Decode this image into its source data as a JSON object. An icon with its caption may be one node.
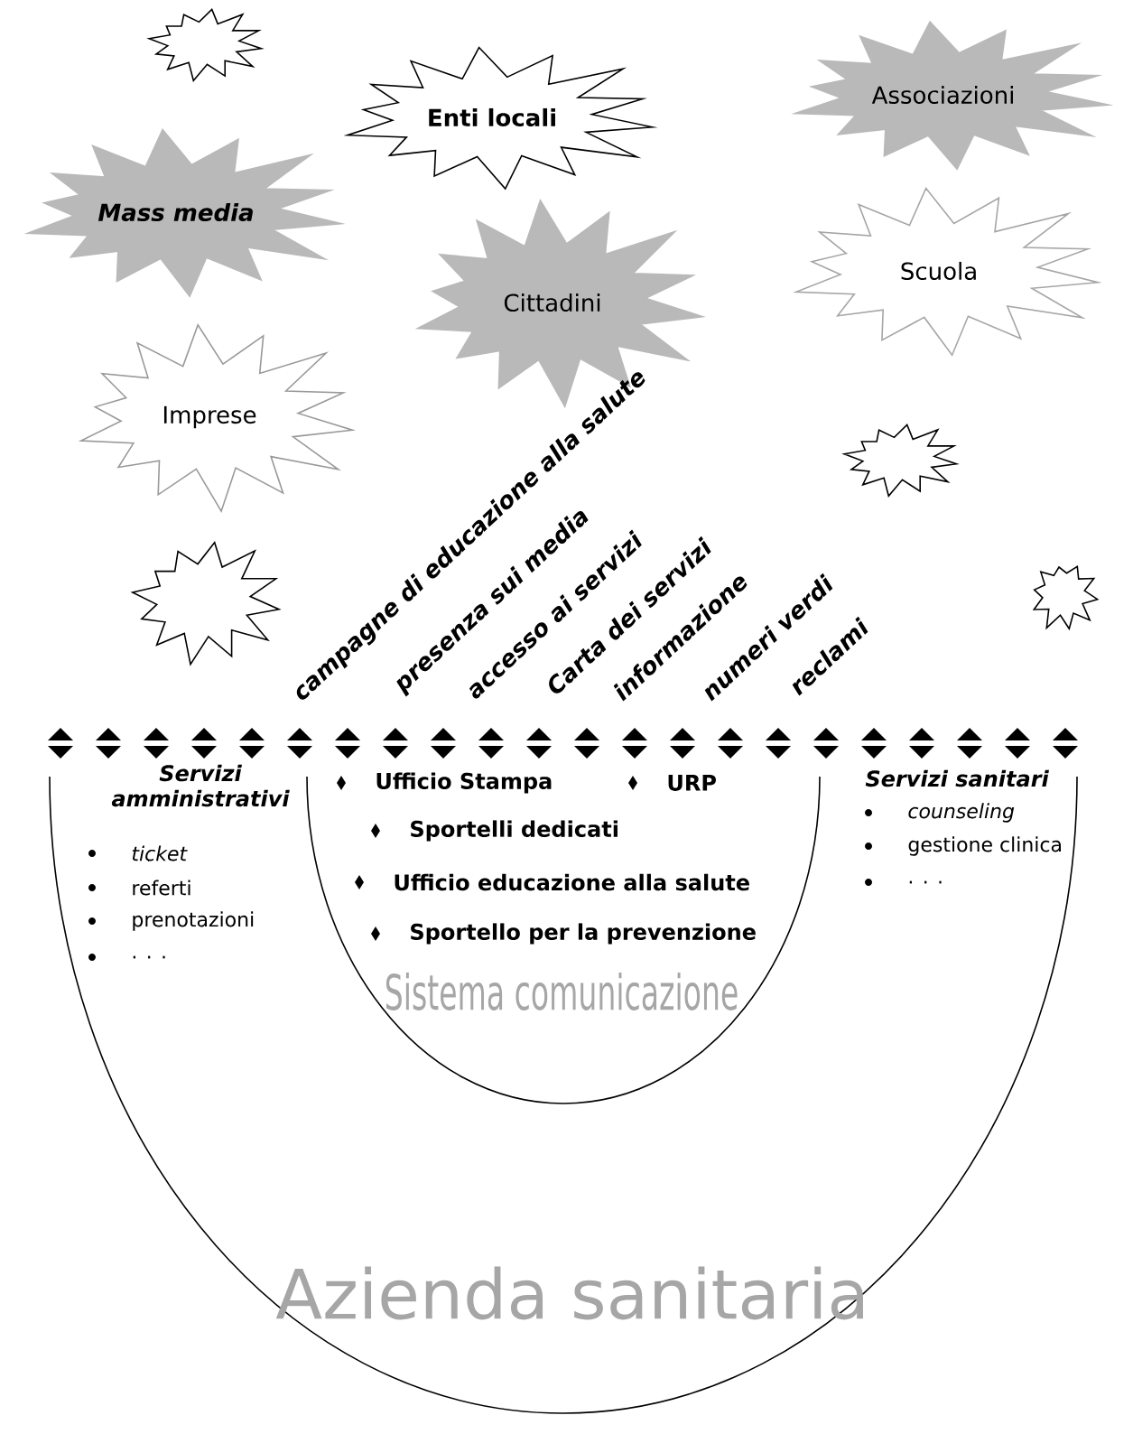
{
  "diagram": {
    "nodes": [
      {
        "text": [],
        "shape": "star"
      },
      {
        "text": [
          "Enti locali"
        ]
      },
      {
        "text": [
          "Associazioni"
        ]
      },
      {
        "text": [
          "Mass media"
        ]
      },
      {
        "text": [
          "Scuola"
        ]
      },
      {
        "text": [
          "Cittadini"
        ]
      },
      {
        "text": [
          "Imprese"
        ]
      },
      {
        "text": [],
        "shape": "star"
      },
      {
        "text": [],
        "shape": "star"
      },
      {
        "text": [],
        "shape": "star"
      },
      {
        "text": [
          "Azienda sanitaria"
        ]
      },
      {
        "text": [
          "Ufficio Stampa",
          "URP",
          "Sportelli dedicati",
          "Ufficio educazione alla salute",
          "Sportello per la prevenzione",
          "Sistema comunicazione"
        ],
        "in": 10
      }
    ],
    "labels": [
      "campagne di educazione alla salute",
      "presenza sui media",
      "accesso ai servizi",
      "Carta dei servizi",
      "informazione",
      "numeri verdi",
      "reclami",
      "Servizi amministrativi",
      "ticket",
      "referti",
      "prenotazioni",
      ". . .",
      "Servizi sanitari",
      "counseling",
      "gestione clinica",
      ". . ."
    ]
  }
}
